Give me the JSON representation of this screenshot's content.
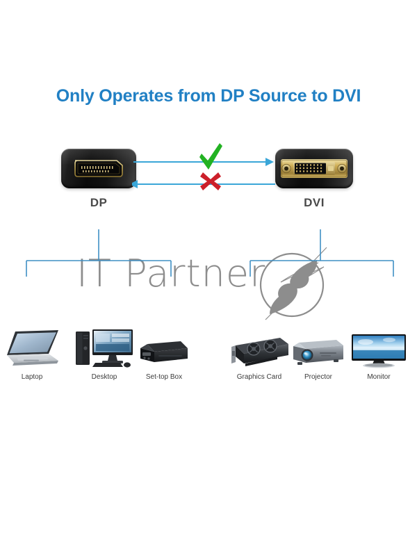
{
  "title": "Only Operates from DP Source to DVI",
  "colors": {
    "title_blue": "#2180c4",
    "arrow_blue": "#3aa6d8",
    "bracket_blue": "#3f8fc4",
    "check_green": "#22b222",
    "cross_red": "#cc1f2a",
    "label_gray": "#4a4a4a",
    "watermark_gray": "#8d8d8d",
    "connector_black": "#111111",
    "connector_gold": "#c8a84b",
    "background": "#ffffff"
  },
  "connectors": {
    "source": {
      "label": "DP",
      "icon": "displayport-connector-icon",
      "pin_count": 20
    },
    "destination": {
      "label": "DVI",
      "icon": "dvi-connector-icon",
      "pin_rows": 3,
      "pin_columns": 8
    }
  },
  "flow": {
    "forward": {
      "direction": "right",
      "status_icon": "check-mark-icon",
      "allowed": true
    },
    "reverse": {
      "direction": "left",
      "status_icon": "cross-mark-icon",
      "allowed": false
    }
  },
  "source_devices": [
    {
      "label": "Laptop",
      "icon": "laptop-icon"
    },
    {
      "label": "Desktop",
      "icon": "desktop-computer-icon"
    },
    {
      "label": "Set-top Box",
      "icon": "set-top-box-icon"
    }
  ],
  "destination_devices": [
    {
      "label": "Graphics Card",
      "icon": "graphics-card-icon"
    },
    {
      "label": "Projector",
      "icon": "projector-icon"
    },
    {
      "label": "Monitor",
      "icon": "monitor-icon"
    }
  ],
  "watermark": {
    "text": "IT Partner",
    "logo_icon": "it-partner-swoosh-logo-icon"
  }
}
